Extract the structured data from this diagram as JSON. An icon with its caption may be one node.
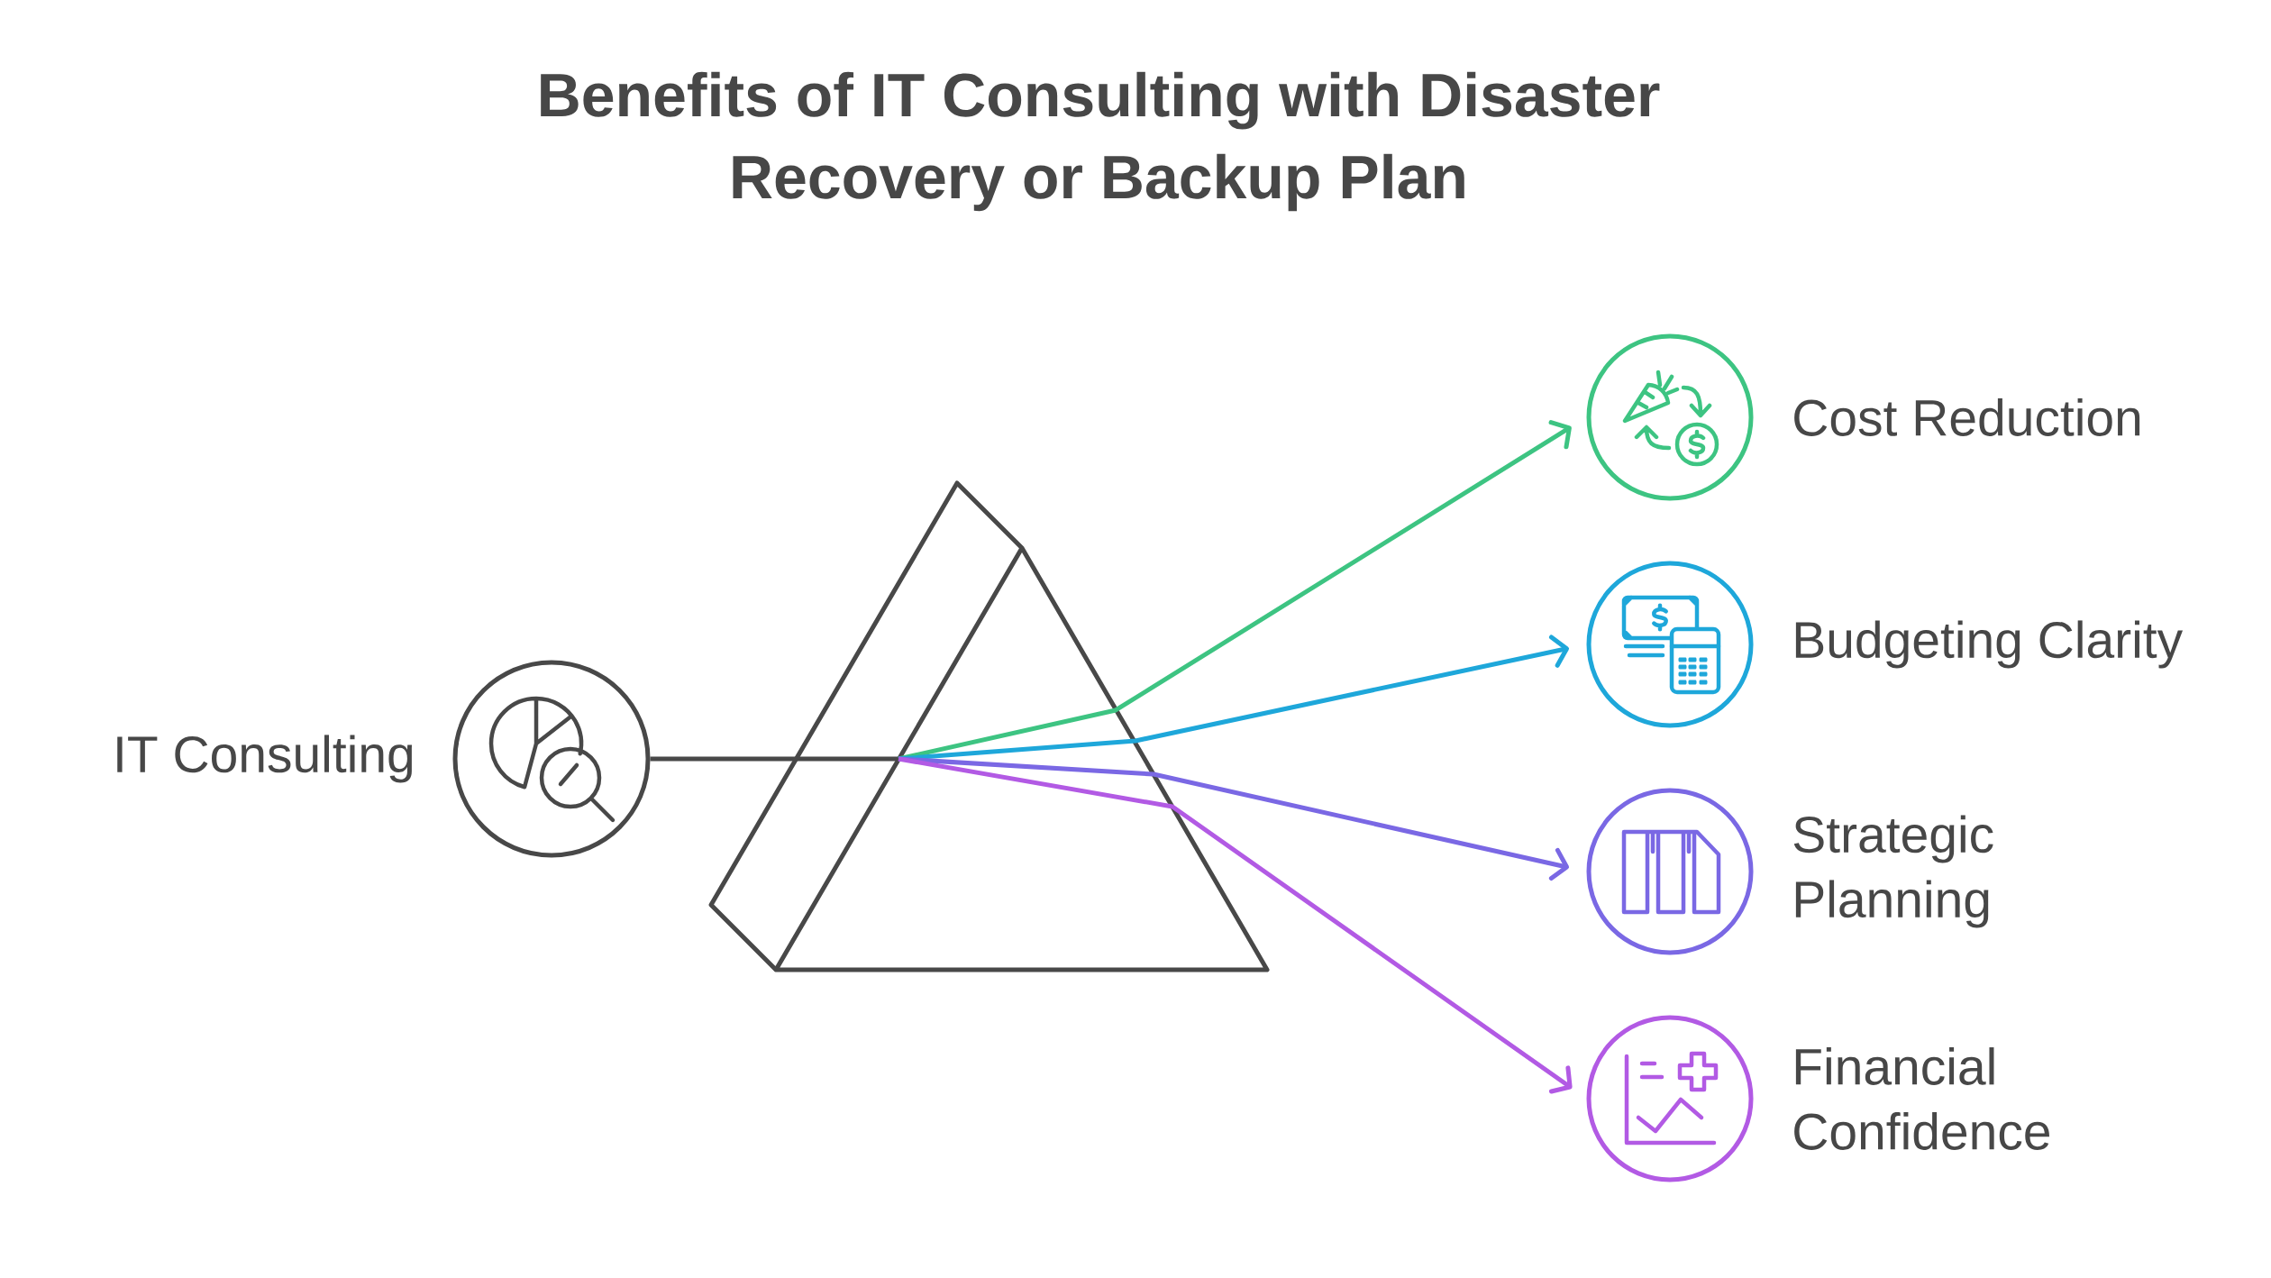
{
  "diagram": {
    "title": "Benefits of IT Consulting with Disaster Recovery or Backup Plan",
    "nodes": [
      {
        "text": [
          "IT Consulting"
        ]
      },
      {
        "text": [
          "Cost Reduction"
        ]
      },
      {
        "text": [
          "Budgeting Clarity"
        ]
      },
      {
        "text": [
          "Strategic Planning"
        ]
      },
      {
        "text": [
          "Financial Confidence"
        ]
      }
    ],
    "edges": [
      {
        "from": 0,
        "to": 1,
        "arrow": "to",
        "color": "#3dc482"
      },
      {
        "from": 0,
        "to": 2,
        "arrow": "to",
        "color": "#1ea7da"
      },
      {
        "from": 0,
        "to": 3,
        "arrow": "to",
        "color": "#7a68e4"
      },
      {
        "from": 0,
        "to": 4,
        "arrow": "to",
        "color": "#b25ae4"
      }
    ]
  }
}
